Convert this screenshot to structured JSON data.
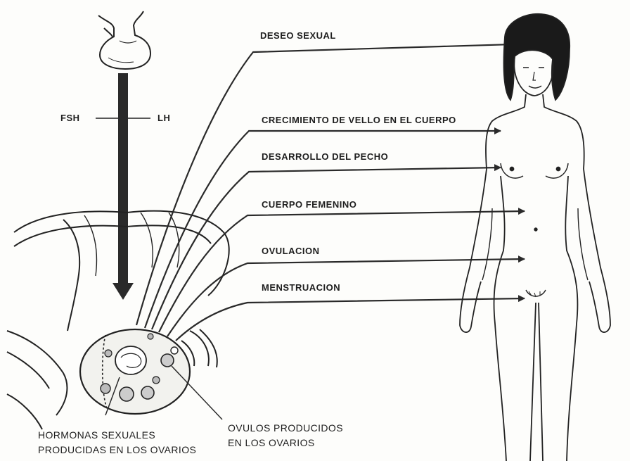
{
  "hormones": {
    "left": "FSH",
    "right": "LH"
  },
  "effects": [
    {
      "label": "DESEO SEXUAL"
    },
    {
      "label": "CRECIMIENTO DE VELLO EN EL CUERPO"
    },
    {
      "label": "DESARROLLO DEL PECHO"
    },
    {
      "label": "CUERPO FEMENINO"
    },
    {
      "label": "OVULACION"
    },
    {
      "label": "MENSTRUACION"
    }
  ],
  "captions": {
    "hormones_line1": "HORMONAS SEXUALES",
    "hormones_line2": "PRODUCIDAS EN LOS OVARIOS",
    "ovules_line1": "OVULOS PRODUCIDOS",
    "ovules_line2": "EN LOS OVARIOS"
  },
  "colors": {
    "ink": "#1e1e1e",
    "arrow": "#2a2a2a",
    "paper": "#fdfdfb"
  }
}
